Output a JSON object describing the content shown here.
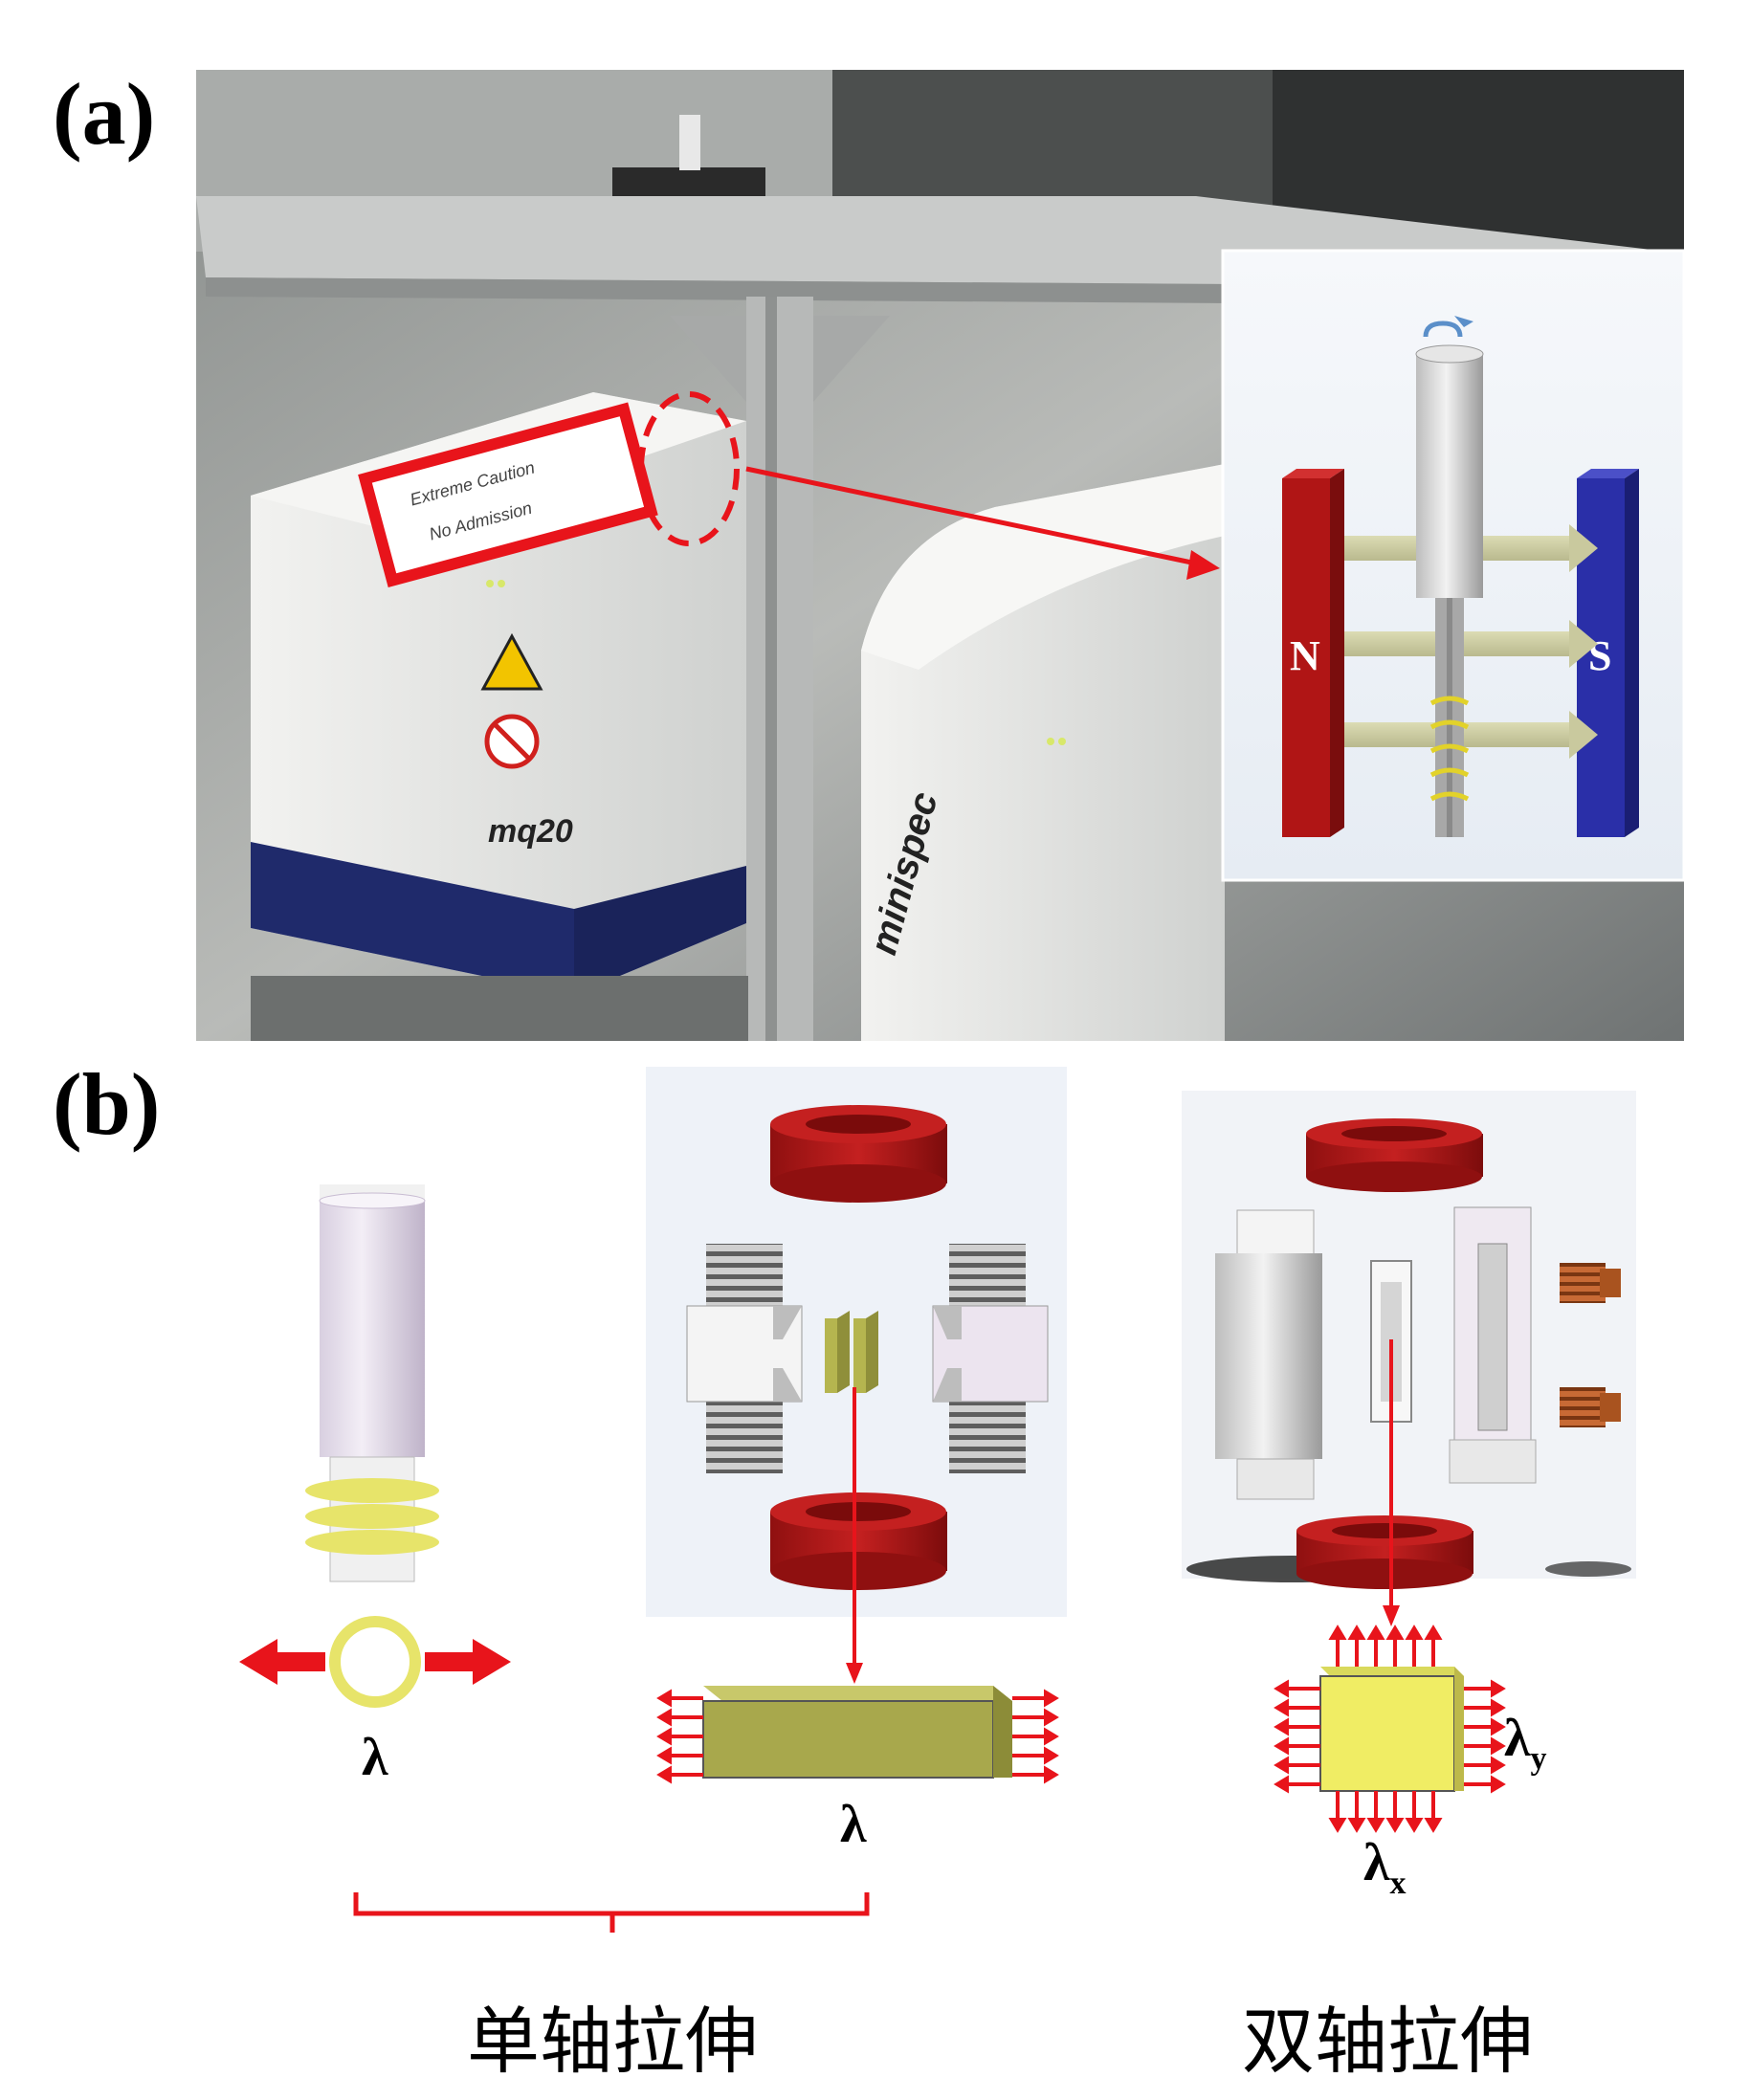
{
  "panels": {
    "a": {
      "label": "(a)"
    },
    "b": {
      "label": "(b)"
    }
  },
  "photo": {
    "instrument_model": "mq20",
    "instrument_brand": "minispec",
    "caution_lines": [
      "Extreme Caution",
      "No Admission"
    ]
  },
  "inset": {
    "pole_north": "N",
    "pole_south": "S"
  },
  "uniaxial": {
    "tube_strain_label": "λ",
    "film_strain_label": "λ",
    "caption": "单轴拉伸"
  },
  "biaxial": {
    "strain_y_label": "λ",
    "strain_y_sub": "y",
    "strain_x_label": "λ",
    "strain_x_sub": "x",
    "caption": "双轴拉伸"
  },
  "colors": {
    "arrow_red": "#e8141b",
    "magnet_red": "#b01515",
    "magnet_blue": "#2a2fa8",
    "coil_yellow": "#e7e46a",
    "film_olive": "#a8a84c"
  }
}
